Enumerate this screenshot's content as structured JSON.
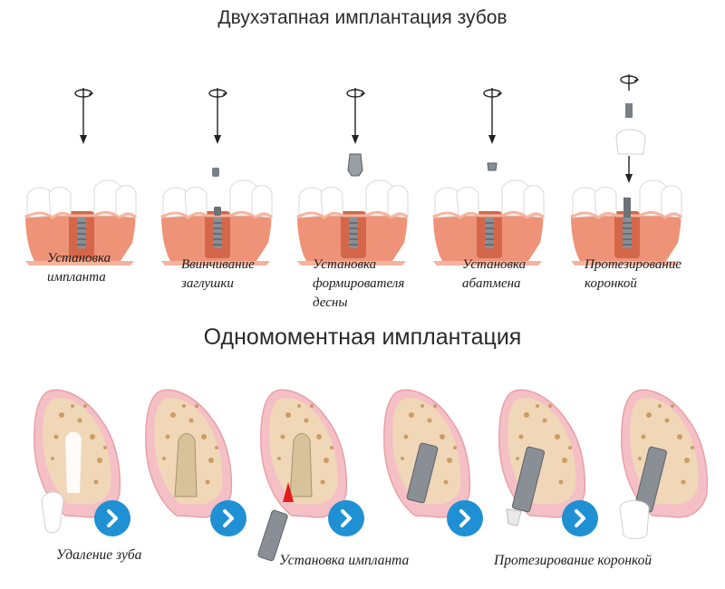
{
  "titles": {
    "two_stage": "Двухэтапная имплантация зубов",
    "one_stage": "Одномоментная имплантация"
  },
  "two_stage_steps": [
    "Установка\nимпланта",
    "Ввинчивание\nзаглушки",
    "Установка\nформирователя\nдесны",
    "Установка\nабатмена",
    "Протезирование\nкоронкой"
  ],
  "one_stage_captions": [
    "Удаление зуба",
    "Установка импланта",
    "Протезирование коронкой"
  ],
  "colors": {
    "gum": "#e9896c",
    "gum_light": "#f6b5a0",
    "bone": "#f0d7b8",
    "bone_spot": "#cc9d63",
    "tooth": "#ffffff",
    "implant": "#8a8f96",
    "arrow_button": "#1f90d4",
    "tissue_outline": "#e8a0a6"
  },
  "icons": [
    "rotate-down-arrow-icon",
    "chevron-right-icon"
  ]
}
